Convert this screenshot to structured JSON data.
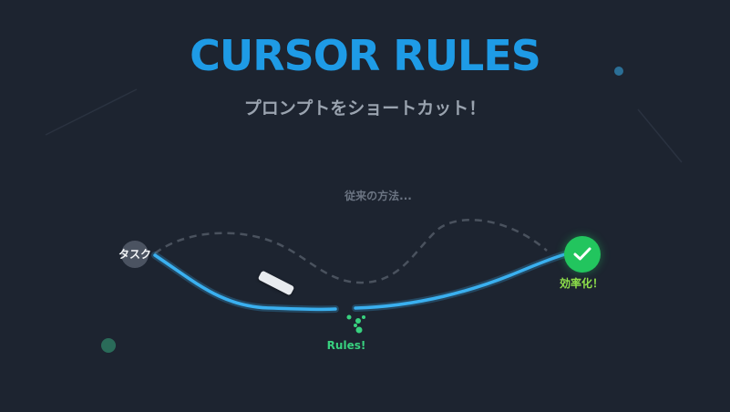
{
  "header": {
    "title": "CURSOR RULES",
    "subtitle": "プロンプトをショートカット！"
  },
  "diagram": {
    "old_way_label": "従来の方法...",
    "start_label": "タスク",
    "end_label": "効率化！",
    "rules_label": "Rules!"
  },
  "colors": {
    "background": "#1d2430",
    "title": "#1e9be6",
    "path": "#3ab0f0",
    "success": "#22c55e",
    "end_label": "#8ee04a",
    "rules_label": "#38d17f",
    "dashed_path": "#4a525e"
  },
  "icons": {
    "goal": "check-icon",
    "eraser": "eraser-icon",
    "sparkle": "sparkle-icon"
  }
}
